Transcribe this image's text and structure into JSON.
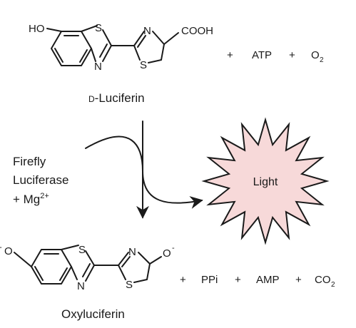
{
  "reactants": {
    "luciferin": {
      "name_prefix": "D",
      "name_suffix": "-Luciferin",
      "atoms": {
        "ho": "HO",
        "s1": "S",
        "n1": "N",
        "n2": "N",
        "s2": "S",
        "cooh": "COOH"
      }
    },
    "co_reactants": [
      "+",
      "ATP",
      "+",
      "O",
      "2"
    ]
  },
  "enzyme": {
    "line1": "Firefly",
    "line2": "Luciferase",
    "line3": "+ Mg",
    "charge": "2+"
  },
  "emission": {
    "label": "Light"
  },
  "products": {
    "oxyluciferin": {
      "name": "Oxyluciferin",
      "atoms": {
        "o_left": "O",
        "charge_left": "-",
        "s1": "S",
        "n1": "N",
        "n2": "N",
        "s2": "S",
        "o_right": "O",
        "charge_right": "-"
      }
    },
    "co_products": [
      "+",
      "PPi",
      "+",
      "AMP",
      "+",
      "CO",
      "2"
    ]
  },
  "colors": {
    "ink": "#1a1a1a",
    "star_fill": "#f7d9d9",
    "background": "#ffffff"
  }
}
